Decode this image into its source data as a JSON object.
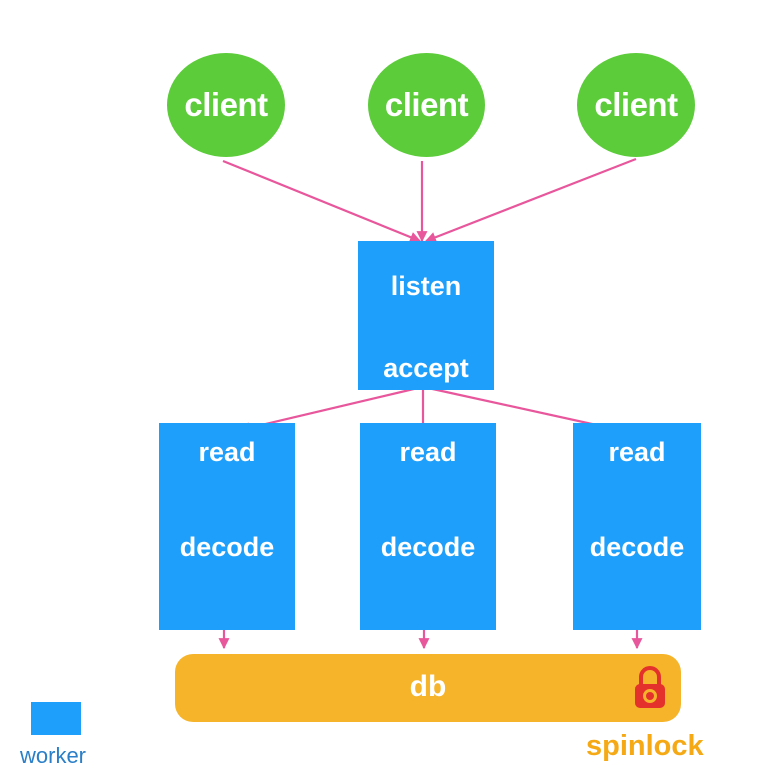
{
  "clients": [
    {
      "label": "client"
    },
    {
      "label": "client"
    },
    {
      "label": "client"
    }
  ],
  "listener": {
    "listen": "listen",
    "accept": "accept"
  },
  "workers": [
    {
      "read": "read",
      "decode": "decode"
    },
    {
      "read": "read",
      "decode": "decode"
    },
    {
      "read": "read",
      "decode": "decode"
    }
  ],
  "db": {
    "label": "db",
    "lock_icon": "lock-icon"
  },
  "legend": {
    "label": "worker"
  },
  "spinlock": {
    "label": "spinlock"
  },
  "colors": {
    "client": "#5ccc3a",
    "box": "#1e9ffb",
    "db": "#f5b42a",
    "edge": "#e8569c",
    "lock": "#e4312b",
    "spinlock_text": "#f5a914",
    "legend_text": "#2a7fc8"
  }
}
